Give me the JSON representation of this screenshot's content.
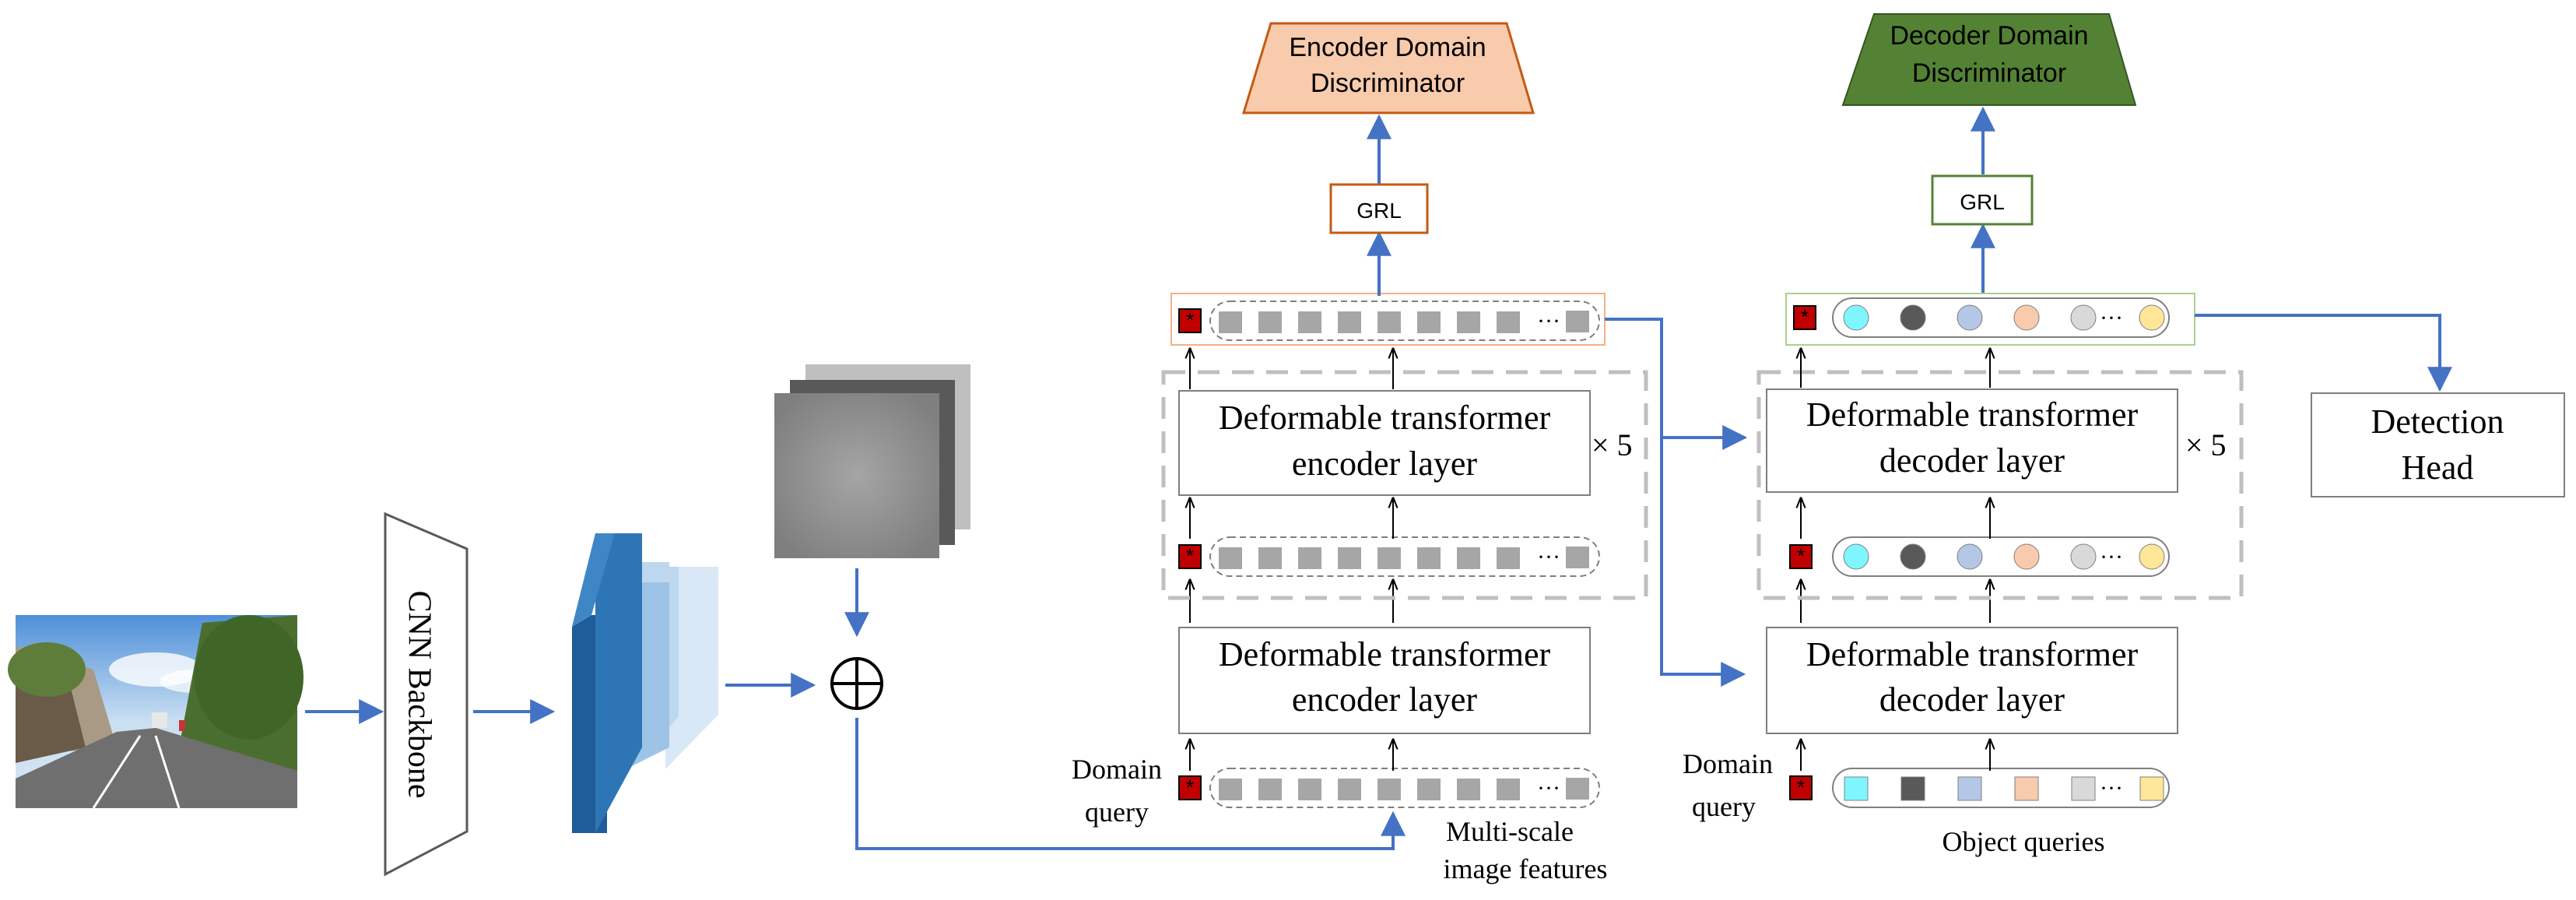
{
  "cnn_backbone": "CNN Backbone",
  "encoder_layer": [
    "Deformable transformer",
    "encoder layer"
  ],
  "decoder_layer": [
    "Deformable transformer",
    "decoder layer"
  ],
  "repeat_label": "× 5",
  "grl_label": "GRL",
  "encoder_discriminator": [
    "Encoder Domain",
    "Discriminator"
  ],
  "decoder_discriminator": [
    "Decoder Domain",
    "Discriminator"
  ],
  "detection_head": [
    "Detection",
    "Head"
  ],
  "domain_query": [
    "Domain",
    "query"
  ],
  "multiscale_label": [
    "Multi-scale",
    "image features"
  ],
  "object_queries_label": "Object queries",
  "ellipsis": "···",
  "colors": {
    "arrow_blue": "#4472c4",
    "encoder_disc_fill": "#f8cbad",
    "encoder_disc_stroke": "#c55a11",
    "decoder_disc_fill": "#548235",
    "decoder_disc_stroke": "#375623",
    "domain_token": "#c00000",
    "feature_token": "#a6a6a6",
    "feature_map_dark": "#2e75b6",
    "feature_map_mid": "#9dc3e6",
    "feature_map_light": "#bdd7ee"
  },
  "object_query_colors": [
    "#7ff5ff",
    "#595959",
    "#b4c7e7",
    "#f8cbad",
    "#d9d9d9",
    "#ffe699"
  ]
}
